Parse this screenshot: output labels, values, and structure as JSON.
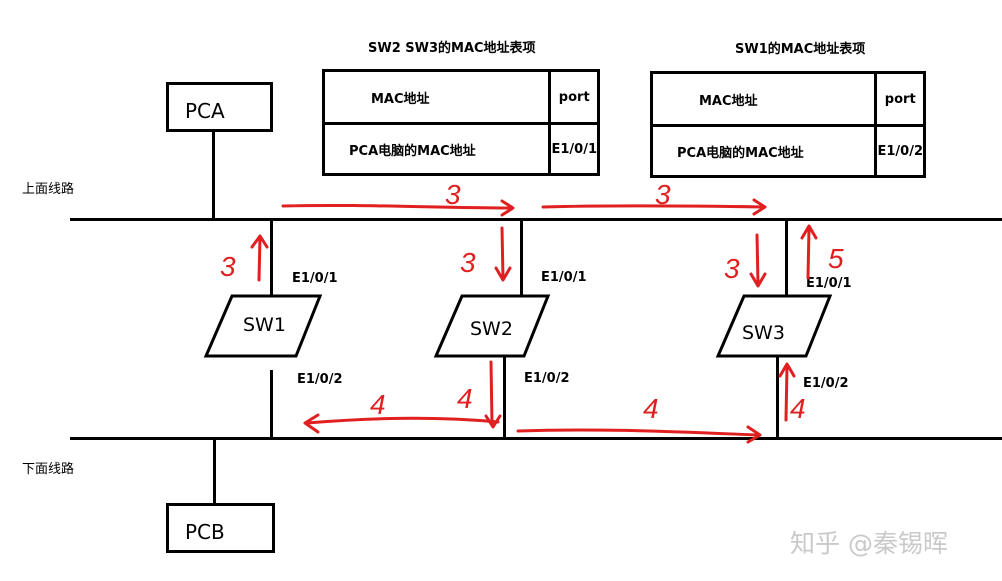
{
  "labels": {
    "top_line": "上面线路",
    "bottom_line": "下面线路"
  },
  "hosts": {
    "pca": "PCA",
    "pcb": "PCB"
  },
  "switches": {
    "sw1": {
      "name": "SW1",
      "port_up": "E1/0/1",
      "port_down": "E1/0/2"
    },
    "sw2": {
      "name": "SW2",
      "port_up": "E1/0/1",
      "port_down": "E1/0/2"
    },
    "sw3": {
      "name": "SW3",
      "port_up": "E1/0/1",
      "port_down": "E1/0/2"
    }
  },
  "tables": {
    "sw2_sw3": {
      "title": "SW2 SW3的MAC地址表项",
      "col_mac": "MAC地址",
      "col_port": "port",
      "row_mac": "PCA电脑的MAC地址",
      "row_port": "E1/0/1"
    },
    "sw1": {
      "title": "SW1的MAC地址表项",
      "col_mac": "MAC地址",
      "col_port": "port",
      "row_mac": "PCA电脑的MAC地址",
      "row_port": "E1/0/2"
    }
  },
  "annotations": {
    "step3": "3",
    "step4": "4",
    "step5": "5",
    "arrow_color": "#e02020"
  },
  "watermark": "知乎 @秦锡晖"
}
